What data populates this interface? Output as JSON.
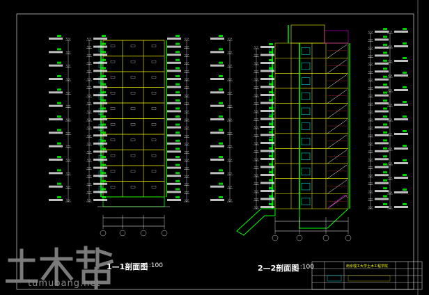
{
  "drawing": {
    "background": "#000000",
    "colors": {
      "green": "#00ff00",
      "yellow": "#ffff00",
      "white": "#ffffff",
      "cyan": "#00ffff",
      "blue": "#3070ff",
      "magenta": "#ff00ff",
      "red": "#ff3030"
    },
    "section_1": {
      "title": "1—1剖面图",
      "scale": "1:100",
      "floors": 10
    },
    "section_2": {
      "title": "2—2剖面图",
      "scale": "1:100",
      "floors": 11
    },
    "title_block": {
      "school": "南京理工大学土木工程学院"
    }
  },
  "watermark": {
    "logo": "土木帮",
    "url": "tumubang.net"
  }
}
